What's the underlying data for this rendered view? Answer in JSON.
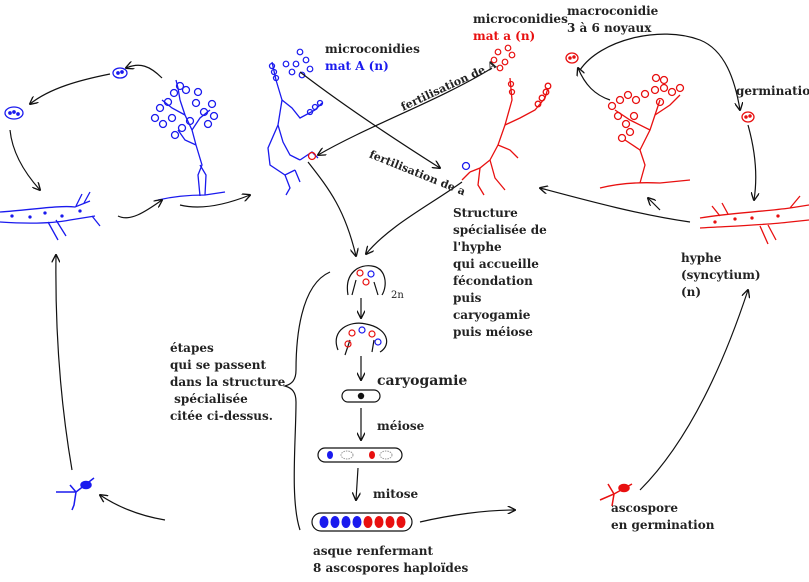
{
  "labels": {
    "microconidies_A": "microconidies",
    "mat_A": "mat A (n)",
    "microconidies_a": "microconidies",
    "mat_a": "mat a (n)",
    "macroconidie_line1": "macroconidie",
    "macroconidie_line2": "3 à 6 noyaux",
    "germination": "germination",
    "fertilisation_A": "fertilisation de A",
    "fertilisation_a": "fertilisation de a",
    "structure_lines": [
      "Structure",
      "spécialisée de",
      "l'hyphe",
      "qui accueille",
      "fécondation",
      "puis",
      "caryogamie",
      "puis méiose"
    ],
    "hyphe_lines": [
      "hyphe",
      "(syncytium)",
      "(n)"
    ],
    "ploidy_2n": "2n",
    "etapes_lines": [
      "étapes",
      "qui se passent",
      "dans la structure",
      " spécialisée",
      "citée ci-dessus."
    ],
    "caryogamie": "caryogamie",
    "meiose": "méiose",
    "mitose": "mitose",
    "asque_line1": "asque renfermant",
    "asque_line2": "8 ascospores haploïdes",
    "ascospore_line1": "ascospore",
    "ascospore_line2": "en germination"
  },
  "colors": {
    "mat_A": "#1a1aee",
    "mat_a": "#e81010",
    "arrows": "#111111"
  }
}
